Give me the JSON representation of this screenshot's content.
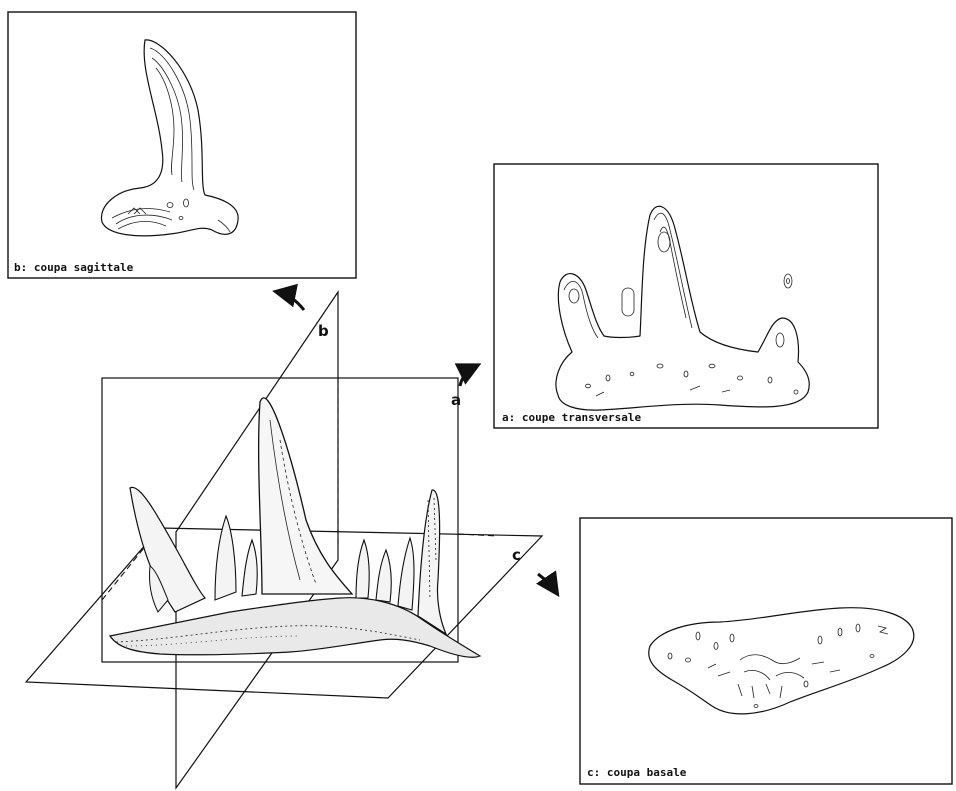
{
  "figure": {
    "panels": {
      "sagittal": {
        "caption": "b: coupa sagittale"
      },
      "transverse": {
        "caption": "a: coupe transversale"
      },
      "basal": {
        "caption": "c: coupa basale"
      }
    },
    "plane_labels": {
      "a": "a",
      "b": "b",
      "c": "c"
    }
  }
}
